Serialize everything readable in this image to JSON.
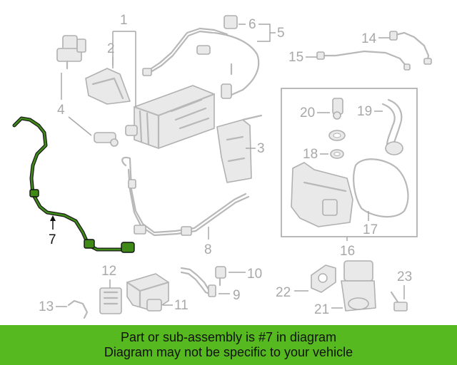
{
  "callouts": {
    "n1": "1",
    "n2": "2",
    "n3": "3",
    "n4": "4",
    "n5": "5",
    "n6": "6",
    "n7": "7",
    "n8": "8",
    "n9": "9",
    "n10": "10",
    "n11": "11",
    "n12": "12",
    "n13": "13",
    "n14": "14",
    "n15": "15",
    "n16": "16",
    "n17": "17",
    "n18": "18",
    "n19": "19",
    "n20": "20",
    "n21": "21",
    "n22": "22",
    "n23": "23"
  },
  "highlighted_part": "7",
  "colors": {
    "highlight": "#3f8a17",
    "banner": "#55b91f",
    "linework": "#b8b8b8"
  },
  "banner": {
    "line1": "Part or sub-assembly is #7 in diagram",
    "line2": "Diagram may not be specific to your vehicle"
  }
}
